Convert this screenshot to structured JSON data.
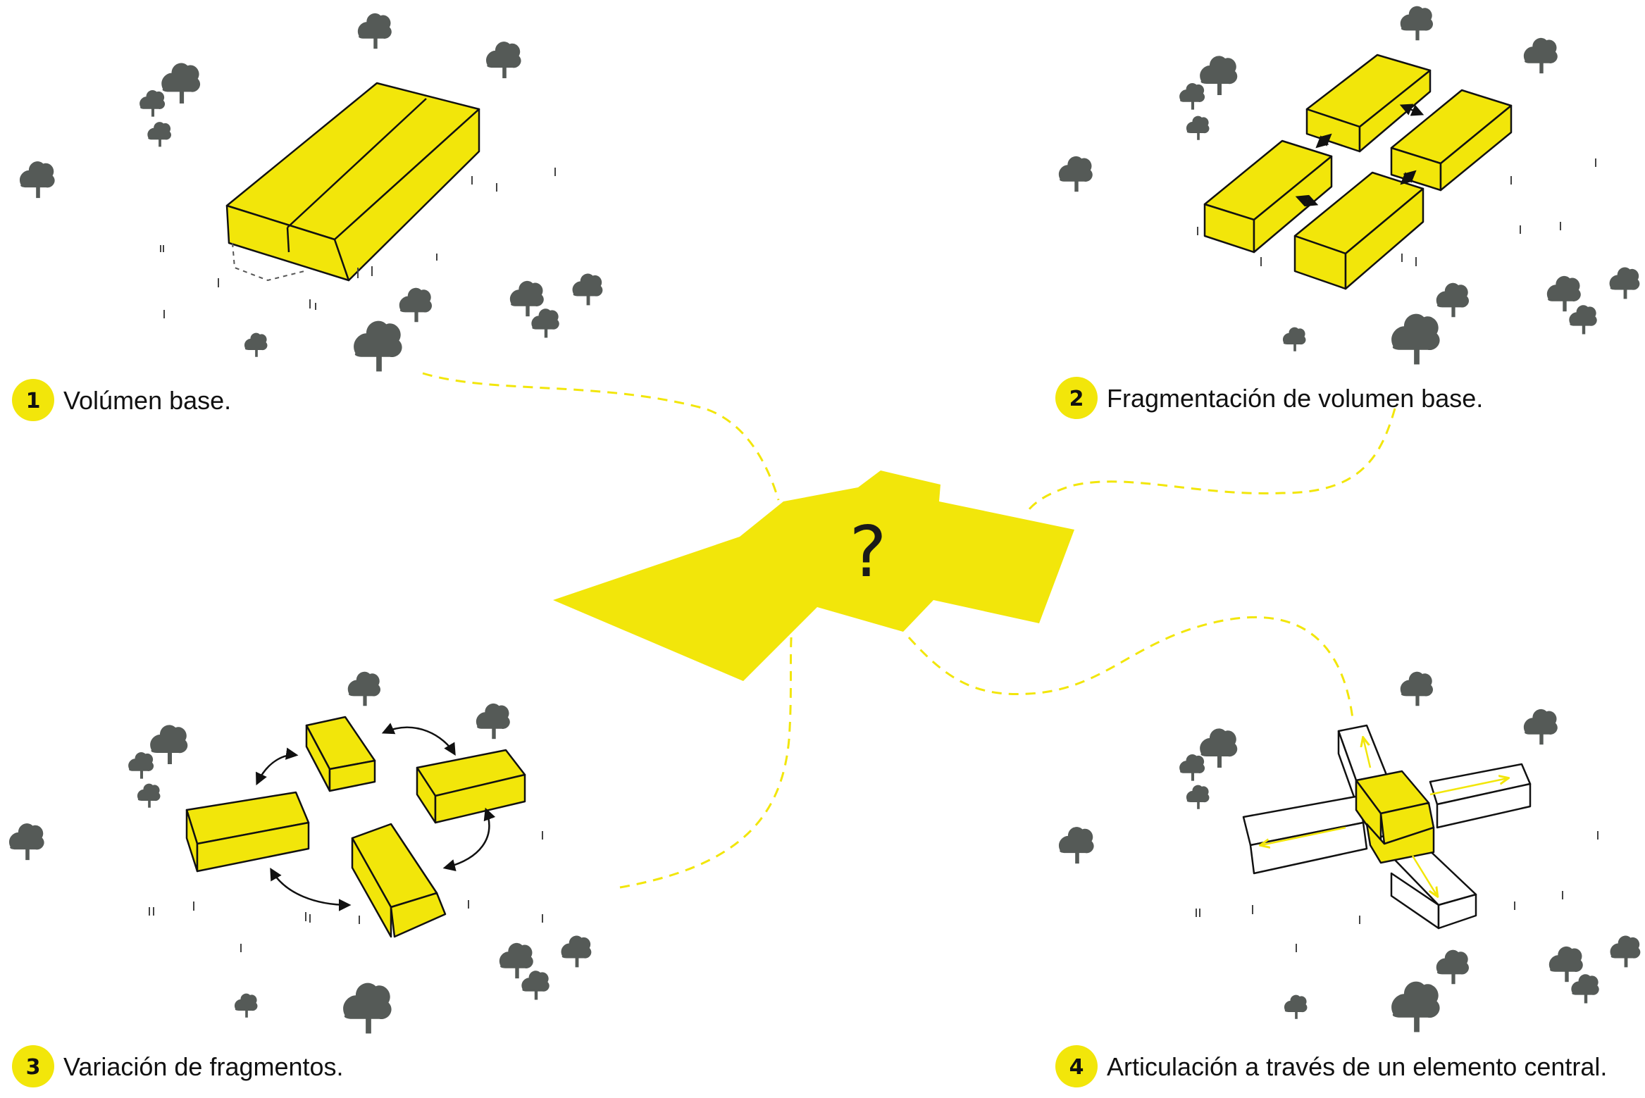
{
  "colors": {
    "accent": "#f2e60a",
    "tree": "#555a57",
    "outline": "#111111",
    "connector": "#f2e60a"
  },
  "center": {
    "symbol": "?"
  },
  "steps": [
    {
      "number": "1",
      "label": "Volúmen base."
    },
    {
      "number": "2",
      "label": "Fragmentación de volumen base."
    },
    {
      "number": "3",
      "label": "Variación de fragmentos."
    },
    {
      "number": "4",
      "label": "Articulación a través de un elemento central."
    }
  ],
  "icons": [
    "tree-icon",
    "double-arrow-icon",
    "curved-arrow-icon"
  ]
}
